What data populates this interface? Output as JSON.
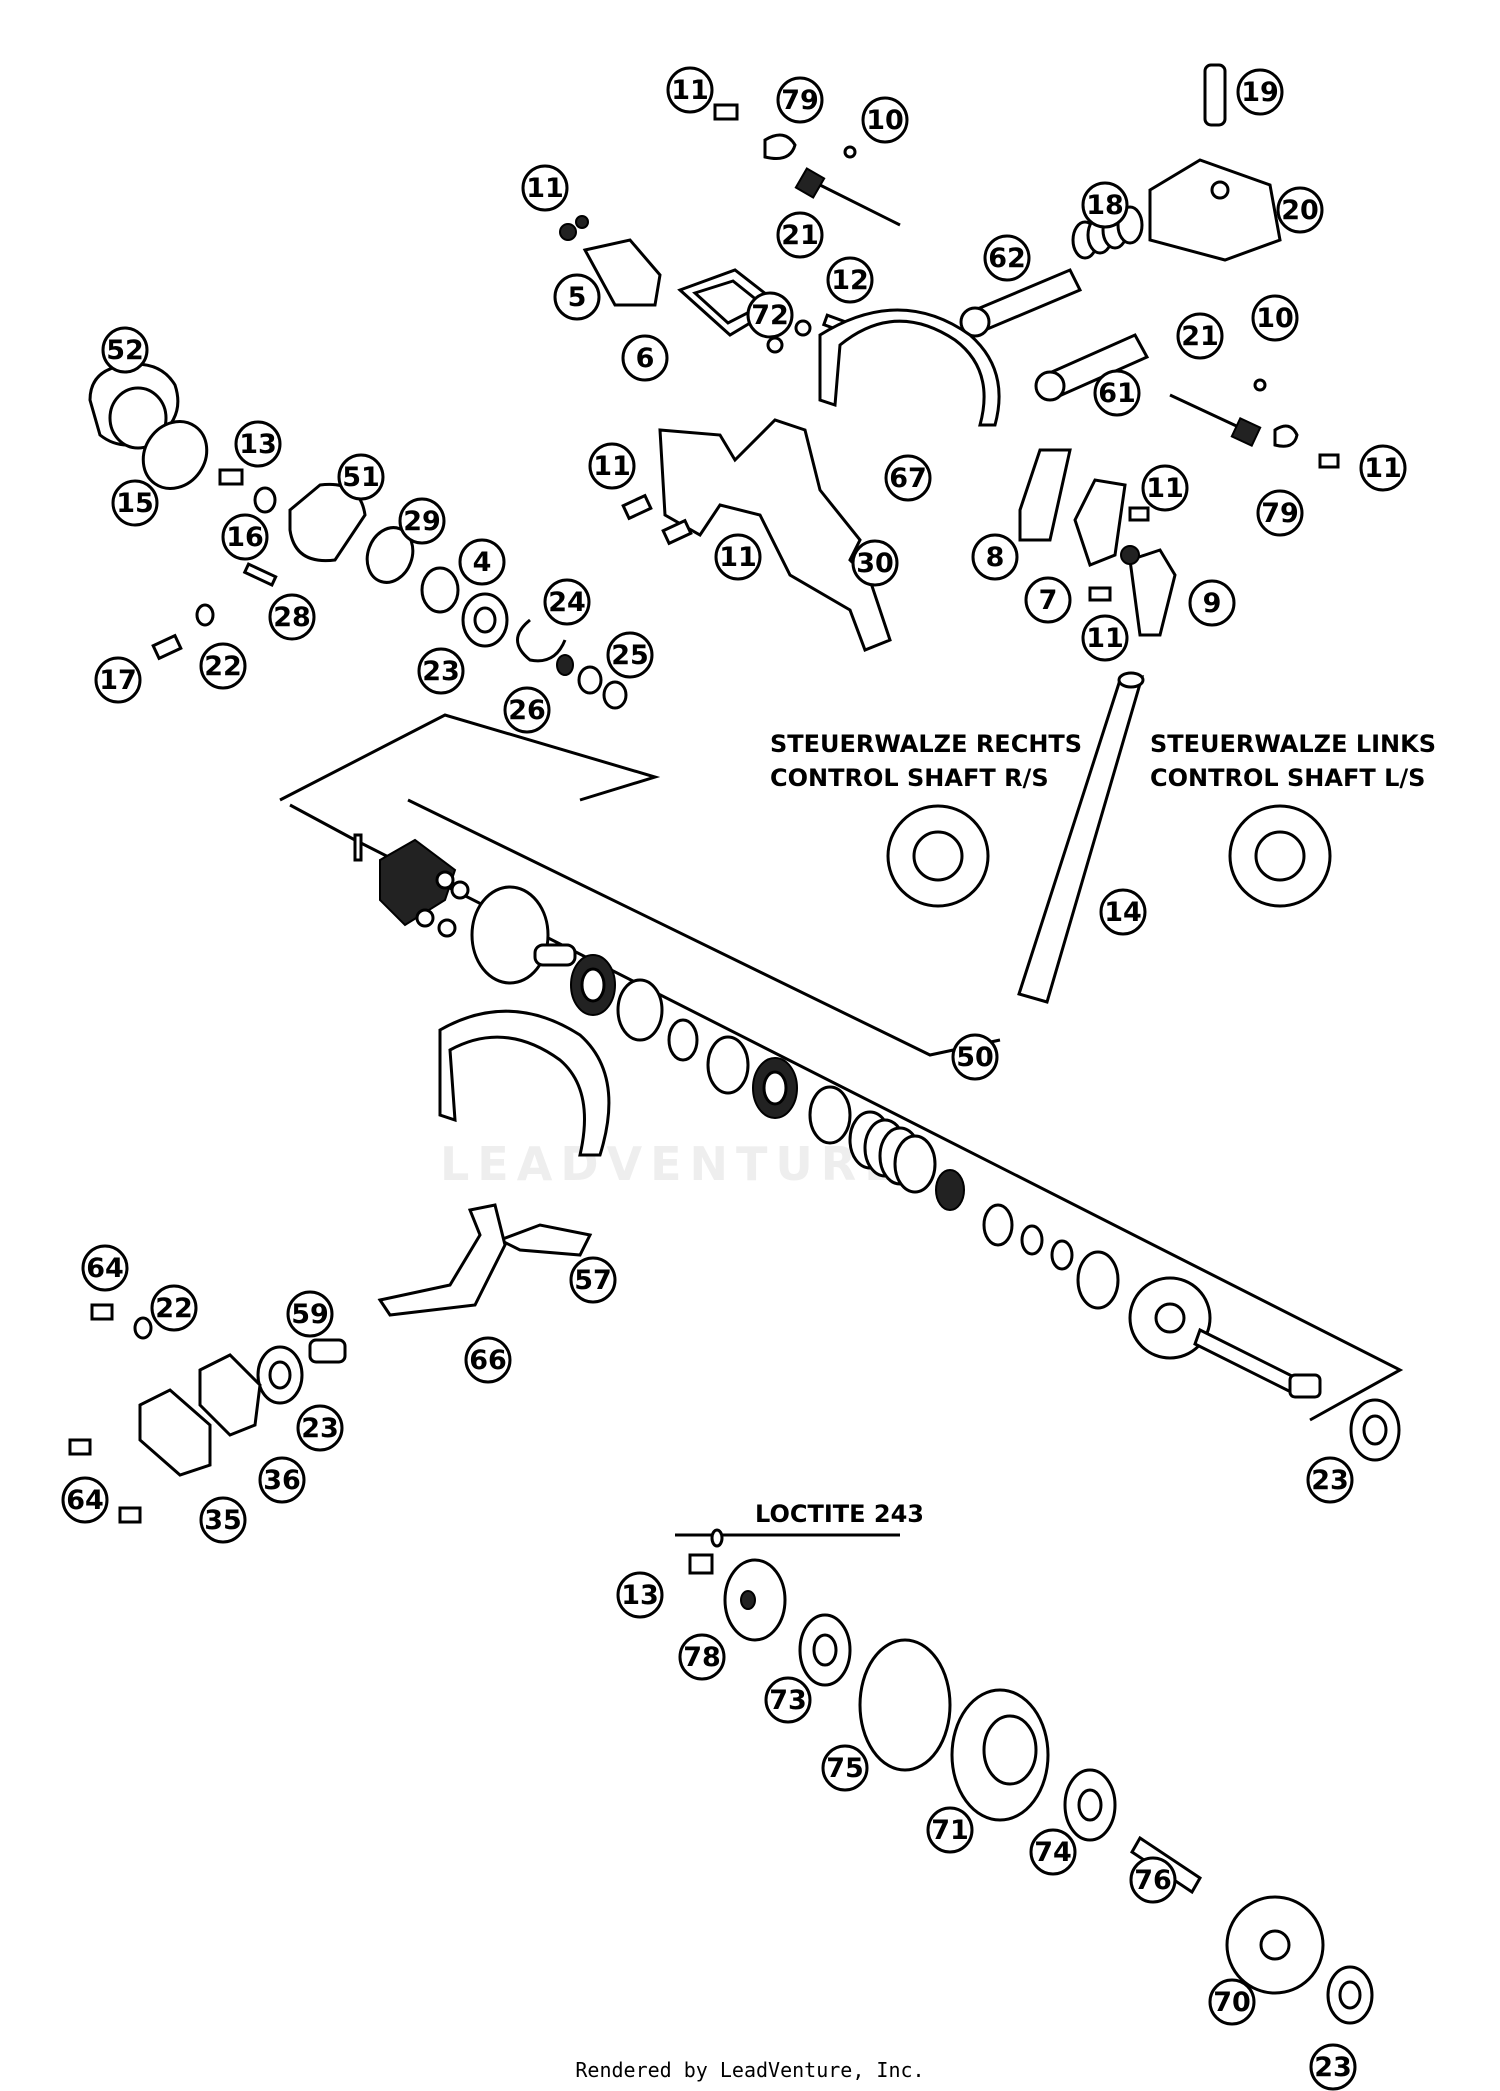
{
  "watermark": "LEADVENTURE",
  "footer": "Rendered by LeadVenture, Inc.",
  "labels": {
    "control_right_de": "STEUERWALZE RECHTS",
    "control_right_en": "CONTROL SHAFT R/S",
    "control_left_de": "STEUERWALZE LINKS",
    "control_left_en": "CONTROL SHAFT L/S",
    "loctite": "LOCTITE 243"
  },
  "callouts": [
    {
      "num": "11"
    },
    {
      "num": "79"
    },
    {
      "num": "10"
    },
    {
      "num": "19"
    },
    {
      "num": "11"
    },
    {
      "num": "21"
    },
    {
      "num": "18"
    },
    {
      "num": "20"
    },
    {
      "num": "5"
    },
    {
      "num": "62"
    },
    {
      "num": "12"
    },
    {
      "num": "72"
    },
    {
      "num": "6"
    },
    {
      "num": "52"
    },
    {
      "num": "21"
    },
    {
      "num": "10"
    },
    {
      "num": "61"
    },
    {
      "num": "13"
    },
    {
      "num": "11"
    },
    {
      "num": "67"
    },
    {
      "num": "11"
    },
    {
      "num": "51"
    },
    {
      "num": "15"
    },
    {
      "num": "11"
    },
    {
      "num": "79"
    },
    {
      "num": "16"
    },
    {
      "num": "29"
    },
    {
      "num": "11"
    },
    {
      "num": "30"
    },
    {
      "num": "8"
    },
    {
      "num": "4"
    },
    {
      "num": "7"
    },
    {
      "num": "9"
    },
    {
      "num": "24"
    },
    {
      "num": "28"
    },
    {
      "num": "11"
    },
    {
      "num": "17"
    },
    {
      "num": "22"
    },
    {
      "num": "23"
    },
    {
      "num": "25"
    },
    {
      "num": "26"
    },
    {
      "num": "14"
    },
    {
      "num": "50"
    },
    {
      "num": "57"
    },
    {
      "num": "64"
    },
    {
      "num": "22"
    },
    {
      "num": "59"
    },
    {
      "num": "66"
    },
    {
      "num": "23"
    },
    {
      "num": "64"
    },
    {
      "num": "35"
    },
    {
      "num": "36"
    },
    {
      "num": "23"
    },
    {
      "num": "13"
    },
    {
      "num": "78"
    },
    {
      "num": "73"
    },
    {
      "num": "75"
    },
    {
      "num": "71"
    },
    {
      "num": "74"
    },
    {
      "num": "76"
    },
    {
      "num": "70"
    },
    {
      "num": "23"
    }
  ]
}
